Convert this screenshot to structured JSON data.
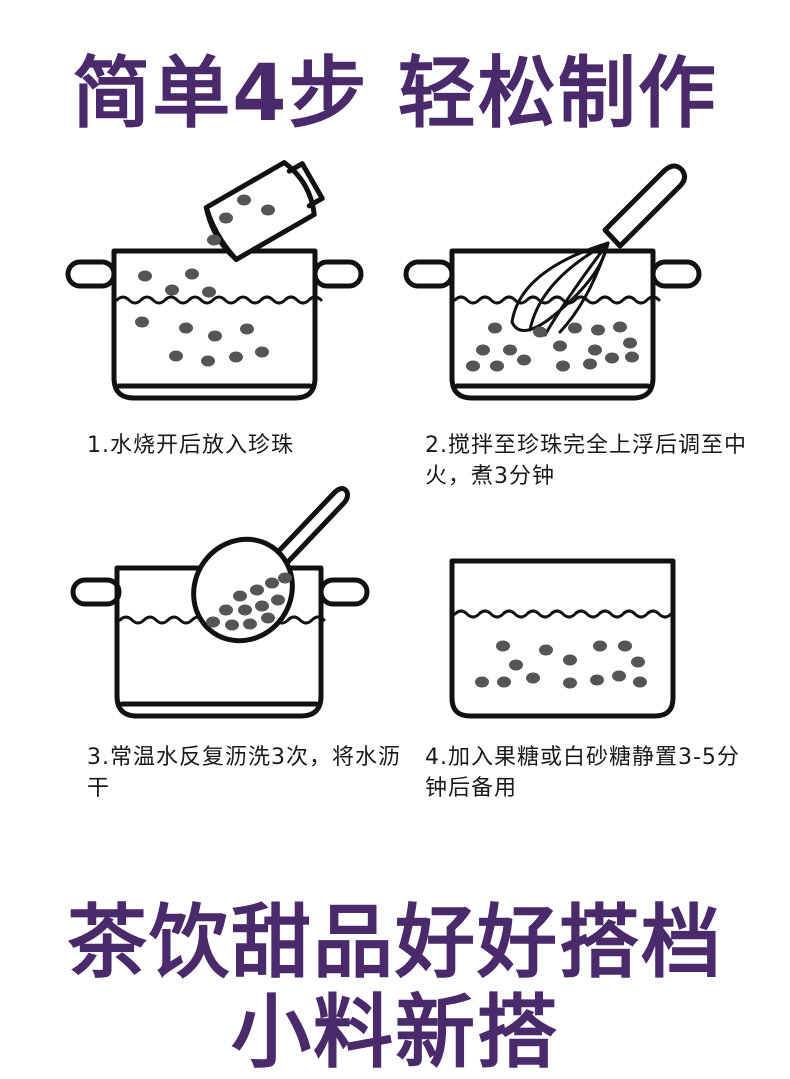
{
  "header": {
    "title": "简单4步 轻松制作"
  },
  "steps": [
    {
      "text": "1.水烧开后放入珍珠"
    },
    {
      "text": "2.搅拌至珍珠完全上浮后调至中火，煮3分钟"
    },
    {
      "text": "3.常温水反复沥洗3次，将水沥干"
    },
    {
      "text": "4.加入果糖或白砂糖静置3-5分钟后备用"
    }
  ],
  "footer": {
    "title": "茶饮甜品好好搭档",
    "subtitle": "小料新搭"
  },
  "colors": {
    "title": "#4b2a6b",
    "text": "#1a1a1a",
    "pearl": "#555555",
    "line": "#111111"
  },
  "icons": [
    "pot-with-cup-icon",
    "pot-with-whisk-icon",
    "pot-with-strainer-icon",
    "bowl-with-pearls-icon"
  ]
}
